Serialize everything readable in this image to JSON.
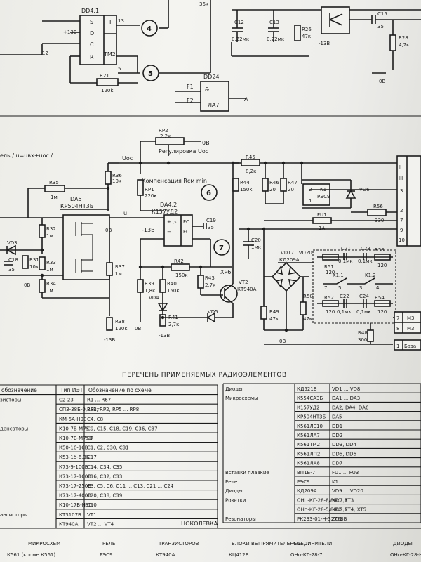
{
  "labels": {
    "dd41": "DD4.1",
    "tt": "TT",
    "tm2": "TM2",
    "pin_s": "S",
    "pin_d": "D",
    "pin_c": "C",
    "pin_r": "R",
    "p13": "13",
    "p5": "5",
    "p12": "12",
    "num4": "4",
    "num5": "5",
    "num6": "6",
    "num7": "7",
    "r21": "R21",
    "r21v": "120k",
    "dd24": "DD24",
    "la7": "ЛА7",
    "f1": "F1",
    "f2": "F2",
    "out_a": "A",
    "c12": "C12",
    "c12v": "0,22мк",
    "c13": "C13",
    "c13v": "0,22мк",
    "r26": "R26",
    "r26v": "47к",
    "c15": "C15",
    "c15v": "35",
    "r28": "R28",
    "r28v": "4,7к",
    "v0b_top": "0B",
    "m13b_top": "-13B",
    "plus13": "+13B",
    "p36": "36к",
    "rp2": "RP2",
    "rp2v": "2,2к",
    "rp2_0b": "0B",
    "reg_uoc": "Регулировка Uос",
    "uoc": "Uос",
    "left_formula": "ель / u=uвх+uос /",
    "r36": "R36",
    "r36v": "10к",
    "rp1": "RP1",
    "rp1v": "220к",
    "komp": "Компенсация Rсм min",
    "r35": "R35",
    "r35v": "1м",
    "da5": "DA5",
    "da5t": "КР504НТ3Б",
    "da42": "DA4.2",
    "da42t": "К157УД2",
    "u": "u",
    "c19": "C19",
    "c19v": "35",
    "m13b_mid": "-13B",
    "v0b_mid": "0B",
    "r32": "R32",
    "r32v": "1м",
    "vd3": "VD3",
    "c18": "C18",
    "c18v": "35",
    "r31": "R31",
    "r31v": "10к",
    "r33": "R33",
    "r33v": "1м",
    "r37": "R37",
    "r37v": "1м",
    "r34": "R34",
    "r34v": "1м",
    "v0b_left": "0B",
    "r38": "R38",
    "r38v": "120к",
    "m13b_left": "-13B",
    "r42": "R42",
    "r42v": "150к",
    "r39": "R39",
    "r39v": "1,8к",
    "r40": "R40",
    "r40v": "150к",
    "vd4": "VD4",
    "r41": "R41",
    "r41v": "2,7к",
    "v0b_r39": "0B",
    "m13b_r41": "-13B",
    "r43": "R43",
    "r43v": "2,7к",
    "xp6": "XP6",
    "vt2": "VT2",
    "vt2t": "КТ940А",
    "vd5": "VD5",
    "r45": "R45",
    "r45v": "8,2к",
    "r44": "R44",
    "r44v": "150к",
    "r46": "R46",
    "r46v": "20",
    "r47": "R47",
    "r47v": "20",
    "k1": "K1",
    "k1t": "РЭС9",
    "vd6": "VD6",
    "fu1": "FU1",
    "fu1v": "1А",
    "r56": "R56",
    "r56v": "330",
    "c20": "C20",
    "c20v": "1мк",
    "vd17": "VD17...VD20",
    "kd209": "КД209А",
    "c21": "C21",
    "c21v": "0,1мк",
    "c23": "C23",
    "c23v": "0,1мк",
    "r51": "R51",
    "r51v": "120",
    "r53": "R53",
    "r53v": "120",
    "k11": "K1.1",
    "k12": "K1.2",
    "r52": "R52",
    "r52v": "120",
    "c22": "C22",
    "c22v": "0,1мк",
    "c24": "C24",
    "c24v": "0,1мк",
    "r54": "R54",
    "r54v": "120",
    "r49": "R49",
    "r49v": "47к",
    "r50": "R50",
    "r50v": "47к",
    "r48": "R48",
    "r48v": "300",
    "v0b_bot": "0B",
    "m3a": "M3",
    "m3b": "M3",
    "baza": "База",
    "conn_ii": "II",
    "conn_iii": "III",
    "conn_3": "3",
    "conn_2": "2",
    "conn_7": "7",
    "conn_9": "9",
    "conn_10": "10",
    "conn_7b": "7",
    "conn_8": "8",
    "conn_1": "1"
  },
  "bom": {
    "title": "ПЕРЕЧЕНЬ ПРИМЕНЯЕМЫХ РАДИОЭЛЕМЕНТОВ",
    "left_headers": [
      "обозначение",
      "Тип ИЭТ",
      "Обозначение по схеме"
    ],
    "left_rows": [
      [
        "зисторы",
        "С2-23",
        "R1 ... R67"
      ],
      [
        "",
        "СПЗ-38Б-0,25Вт",
        "RP1, RP2, RP5 ... RP8"
      ],
      [
        "",
        "КМ-6А-Н90",
        "C4, C8"
      ],
      [
        "денсаторы",
        "К10-7В-М75",
        "C9, C15, C18, C19, C36, C37"
      ],
      [
        "",
        "К10-7В-М750",
        "C7"
      ],
      [
        "",
        "К50-16-16В",
        "C1, C2, C30, C31"
      ],
      [
        "",
        "К53-1б-6,3Б",
        "C17"
      ],
      [
        "",
        "К73-9-100В",
        "C14, C34, C35"
      ],
      [
        "",
        "К73-17-160В",
        "C16, C32, C33"
      ],
      [
        "",
        "К73-17-250В",
        "C3, C5, C6, C11 ... C13, C21 ... C24"
      ],
      [
        "",
        "К73-17-400В",
        "C20, C38, C39"
      ],
      [
        "",
        "К10-17В-Н90",
        "C10"
      ],
      [
        "ансисторы",
        "КТ3107Б",
        "VT1"
      ],
      [
        "",
        "КТ940А",
        "VT2 ... VT4"
      ]
    ],
    "right_rows": [
      [
        "Диоды",
        "КД521В",
        "VD1 ... VD8"
      ],
      [
        "Микросхемы",
        "К554СА3Б",
        "DA1 ... DA3"
      ],
      [
        "",
        "К157УД2",
        "DA2, DA4, DA6"
      ],
      [
        "",
        "КР504НТ3Б",
        "DA5"
      ],
      [
        "",
        "К561ЛЕ10",
        "DD1"
      ],
      [
        "",
        "К561ЛА7",
        "DD2"
      ],
      [
        "",
        "К561ТМ2",
        "DD3, DD4"
      ],
      [
        "",
        "К561ЛП2",
        "DD5, DD6"
      ],
      [
        "",
        "К561ЛА8",
        "DD7"
      ],
      [
        "Вставки плавкие",
        "ВП1Б-7",
        "FU1 ... FU3"
      ],
      [
        "Реле",
        "РЭС9",
        "K1"
      ],
      [
        "Диоды",
        "КД209А",
        "VD9 ... VD20"
      ],
      [
        "Розетки",
        "ОНп-КГ-28-8/84х7,5",
        "XT1, XT3"
      ],
      [
        "",
        "ОНп-КГ-28-5/84х7,5",
        "XT2, XT4, XT5"
      ],
      [
        "Резонаторы",
        "РК233-01-Н-32768Б",
        "ZQ1"
      ]
    ],
    "tsokolevka": "ЦОКОЛЕВКА",
    "bottom": [
      "МИКРОСХЕМ",
      "РЕЛЕ",
      "ТРАНЗИСТОРОВ",
      "БЛОКИ ВЫПРЯМИТЕЛЬНЫЕ",
      "СОЕДИНИТЕЛИ",
      "ДИОДЫ"
    ],
    "bottom_sub": [
      "К561 (кроме К561)",
      "РЭС9",
      "КТ940А",
      "КЦ412Б",
      "ОНп-КГ-28-7",
      "ОНп-КГ-28-Н"
    ]
  }
}
